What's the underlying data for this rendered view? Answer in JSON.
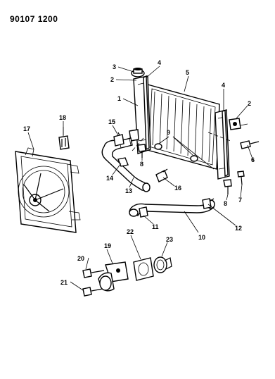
{
  "header": {
    "code": "90107 1200"
  },
  "callouts": {
    "c1": "1",
    "c2a": "2",
    "c2b": "2",
    "c3": "3",
    "c4a": "4",
    "c4b": "4",
    "c5": "5",
    "c6": "6",
    "c7": "7",
    "c8a": "8",
    "c8b": "8",
    "c9": "9",
    "c10": "10",
    "c11": "11",
    "c12": "12",
    "c13": "13",
    "c14": "14",
    "c15": "15",
    "c16": "16",
    "c17": "17",
    "c18": "18",
    "c19": "19",
    "c20": "20",
    "c21": "21",
    "c22": "22",
    "c23": "23"
  }
}
